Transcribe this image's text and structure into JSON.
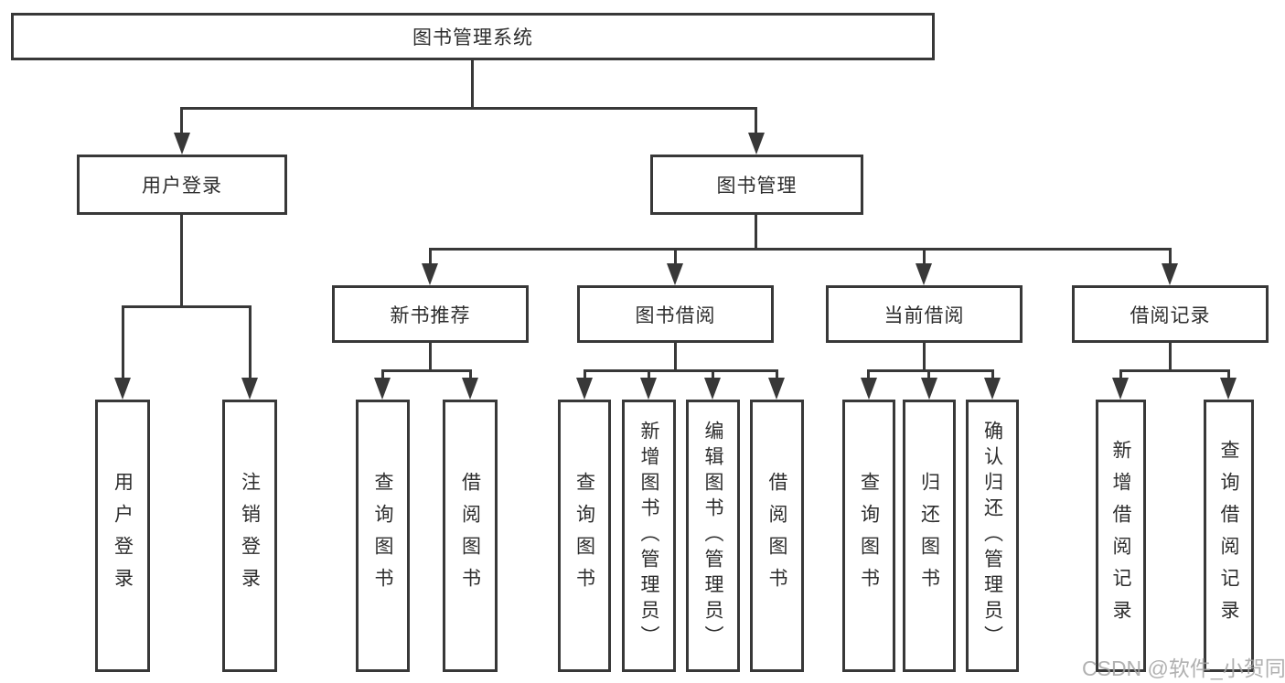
{
  "diagram": {
    "root": {
      "label": "图书管理系统"
    },
    "level2": [
      {
        "id": "user-login",
        "label": "用户登录"
      },
      {
        "id": "book-management",
        "label": "图书管理"
      }
    ],
    "level3": [
      {
        "id": "new-book-recommend",
        "label": "新书推荐"
      },
      {
        "id": "book-borrow",
        "label": "图书借阅"
      },
      {
        "id": "current-borrow",
        "label": "当前借阅"
      },
      {
        "id": "borrow-records",
        "label": "借阅记录"
      }
    ],
    "leaves": [
      {
        "id": "user-login-leaf",
        "parent": "用户登录",
        "label": "用户登录"
      },
      {
        "id": "logout-leaf",
        "parent": "用户登录",
        "label": "注销登录"
      },
      {
        "id": "nbr-query-books",
        "parent": "新书推荐",
        "label": "查询图书"
      },
      {
        "id": "nbr-borrow-books",
        "parent": "新书推荐",
        "label": "借阅图书"
      },
      {
        "id": "bb-query-books",
        "parent": "图书借阅",
        "label": "查询图书"
      },
      {
        "id": "bb-add-books-admin",
        "parent": "图书借阅",
        "label": "新增图书（管理员）"
      },
      {
        "id": "bb-edit-books-admin",
        "parent": "图书借阅",
        "label": "编辑图书（管理员）"
      },
      {
        "id": "bb-borrow-books",
        "parent": "图书借阅",
        "label": "借阅图书"
      },
      {
        "id": "cb-query-books",
        "parent": "当前借阅",
        "label": "查询图书"
      },
      {
        "id": "cb-return-books",
        "parent": "当前借阅",
        "label": "归还图书"
      },
      {
        "id": "cb-confirm-return-admin",
        "parent": "当前借阅",
        "label": "确认归还（管理员）"
      },
      {
        "id": "br-add-record",
        "parent": "借阅记录",
        "label": "新增借阅记录"
      },
      {
        "id": "br-query-record",
        "parent": "借阅记录",
        "label": "查询借阅记录"
      }
    ]
  },
  "watermark": {
    "text": "CSDN @软件_小贺同学"
  },
  "colors": {
    "line": "#383838",
    "text": "#2d2d2d",
    "background": "#ffffff",
    "watermark": "#a3a3a3"
  }
}
